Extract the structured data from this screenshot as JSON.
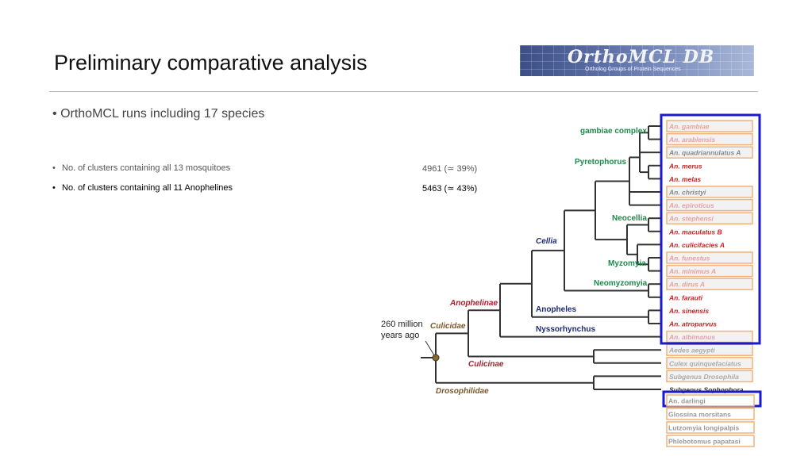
{
  "slide": {
    "title": "Preliminary comparative analysis",
    "logo_title": "OrthoMCL DB",
    "logo_subtitle": "Ortholog Groups of Protein Sequences",
    "bullet": "OrthoMCL runs including 17 species",
    "bullet_symbol": "•",
    "stats": [
      {
        "label": "No. of clusters containing all 13 mosquitoes",
        "value": "4961 (≃ 39%)"
      },
      {
        "label": "No. of clusters containing all 11 Anophelines",
        "value": "5463 (≃ 43%)"
      }
    ]
  },
  "tree": {
    "species": [
      {
        "name": "An. gambiae",
        "color": "#e8a0a0",
        "boxed": true
      },
      {
        "name": "An. arabiensis",
        "color": "#e8a0a0",
        "boxed": true
      },
      {
        "name": "An. quadriannulatus A",
        "color": "#888888",
        "boxed": true
      },
      {
        "name": "An. merus",
        "color": "#cc2222",
        "boxed": false
      },
      {
        "name": "An. melas",
        "color": "#cc2222",
        "boxed": false
      },
      {
        "name": "An. christyi",
        "color": "#888888",
        "boxed": true
      },
      {
        "name": "An. epiroticus",
        "color": "#e8a0a0",
        "boxed": true
      },
      {
        "name": "An. stephensi",
        "color": "#e8a0a0",
        "boxed": true
      },
      {
        "name": "An. maculatus B",
        "color": "#cc2222",
        "boxed": false
      },
      {
        "name": "An. culicifacies A",
        "color": "#cc2222",
        "boxed": false
      },
      {
        "name": "An. funestus",
        "color": "#e8a0a0",
        "boxed": true
      },
      {
        "name": "An. minimus A",
        "color": "#e8a0a0",
        "boxed": true
      },
      {
        "name": "An. dirus A",
        "color": "#e8a0a0",
        "boxed": true
      },
      {
        "name": "An. farauti",
        "color": "#cc2222",
        "boxed": false
      },
      {
        "name": "An. sinensis",
        "color": "#cc2222",
        "boxed": false
      },
      {
        "name": "An. atroparvus",
        "color": "#cc2222",
        "boxed": false
      },
      {
        "name": "An. albimanus",
        "color": "#e8a0a0",
        "boxed": true
      },
      {
        "name": "Aedes aegypti",
        "color": "#aaaaaa",
        "boxed": true
      },
      {
        "name": "Culex quinquefaciatus",
        "color": "#aaaaaa",
        "boxed": true
      },
      {
        "name": "Subgenus Drosophila",
        "color": "#aaaaaa",
        "boxed": true
      },
      {
        "name": "Subgenus Sophophora",
        "color": "#333333",
        "boxed": false
      }
    ],
    "extra_species": [
      "An. darlingi",
      "Glossina morsitans",
      "Lutzomyia longipalpis",
      "Phlebotomus papatasi"
    ],
    "clades": {
      "gambiae_complex": "gambiae complex",
      "pyretophorus": "Pyretophorus",
      "neocellia": "Neocellia",
      "cellia": "Cellia",
      "myzomyia": "Myzomyia",
      "neomyzomyia": "Neomyzomyia",
      "anophelinae": "Anophelinae",
      "anopheles": "Anopheles",
      "nyssorhynchus": "Nyssorhynchus",
      "culicidae": "Culicidae",
      "culicinae": "Culicinae",
      "drosophilidae": "Drosophilidae"
    },
    "age_label_1": "260 million",
    "age_label_2": "years ago",
    "colors": {
      "green": "#1a8a4a",
      "navy": "#1c2a7a",
      "red": "#aa1f2c",
      "brown": "#7a5a2a",
      "highlight": "#1a1acc",
      "box_border": "#f0b27a"
    }
  }
}
